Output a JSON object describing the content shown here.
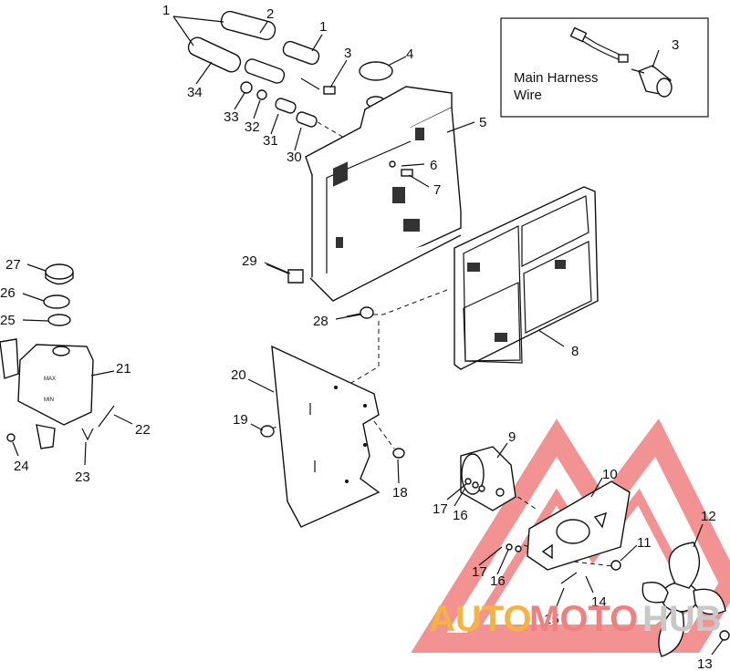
{
  "callouts": [
    "1",
    "2",
    "1",
    "3",
    "4",
    "3",
    "5",
    "6",
    "7",
    "8",
    "9",
    "10",
    "11",
    "12",
    "13",
    "14",
    "15",
    "16",
    "17",
    "16",
    "17",
    "18",
    "19",
    "20",
    "21",
    "22",
    "23",
    "24",
    "25",
    "26",
    "27",
    "28",
    "29",
    "30",
    "31",
    "32",
    "33",
    "34"
  ],
  "inset": {
    "label_line1": "Main Harness",
    "label_line2": "Wire",
    "callout": "3"
  },
  "tank_marks": {
    "max": "MAX",
    "min": "MIN"
  },
  "watermark": {
    "part1": "AUTO",
    "part2": "MOTO",
    "part3": "HUB"
  },
  "colors": {
    "ink": "#111111",
    "watermark_red": "#f08080",
    "watermark_orange": "#f5b342",
    "watermark_grey": "#c8c8c8"
  }
}
